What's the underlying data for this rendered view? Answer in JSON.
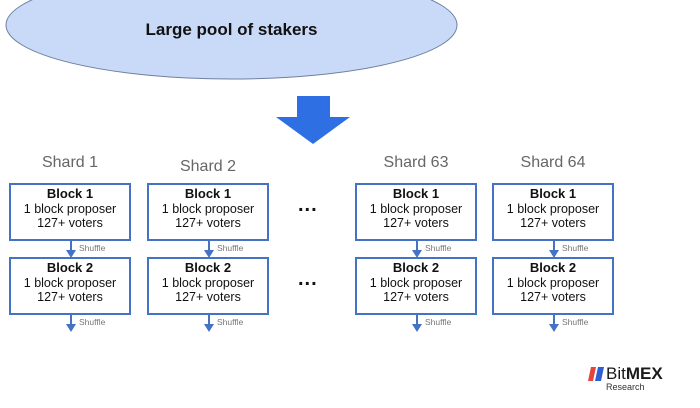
{
  "pool": {
    "title": "Large pool of stakers",
    "fill": "#c9daf8",
    "stroke": "#6f7f9f"
  },
  "arrow_color": "#2f6fe4",
  "box_border": "#4472c4",
  "shards": [
    {
      "name": "Shard 1",
      "blocks": [
        {
          "title": "Block 1",
          "proposer": "1 block proposer",
          "voters": "127+ voters",
          "shuffle": "Shuffle"
        },
        {
          "title": "Block 2",
          "proposer": "1 block proposer",
          "voters": "127+ voters",
          "shuffle": "Shuffle"
        }
      ]
    },
    {
      "name": "Shard 2",
      "blocks": [
        {
          "title": "Block 1",
          "proposer": "1 block proposer",
          "voters": "127+ voters",
          "shuffle": "Shuffle"
        },
        {
          "title": "Block 2",
          "proposer": "1 block proposer",
          "voters": "127+ voters",
          "shuffle": "Shuffle"
        }
      ]
    },
    {
      "name": "Shard 63",
      "blocks": [
        {
          "title": "Block 1",
          "proposer": "1 block proposer",
          "voters": "127+ voters",
          "shuffle": "Shuffle"
        },
        {
          "title": "Block 2",
          "proposer": "1 block proposer",
          "voters": "127+ voters",
          "shuffle": "Shuffle"
        }
      ]
    },
    {
      "name": "Shard 64",
      "blocks": [
        {
          "title": "Block 1",
          "proposer": "1 block proposer",
          "voters": "127+ voters",
          "shuffle": "Shuffle"
        },
        {
          "title": "Block 2",
          "proposer": "1 block proposer",
          "voters": "127+ voters",
          "shuffle": "Shuffle"
        }
      ]
    }
  ],
  "ellipsis": "...",
  "logo": {
    "bit": "Bit",
    "mex": "MEX",
    "sub": "Research",
    "mark_colors": [
      "#e8433a",
      "#2f5fd0"
    ]
  }
}
